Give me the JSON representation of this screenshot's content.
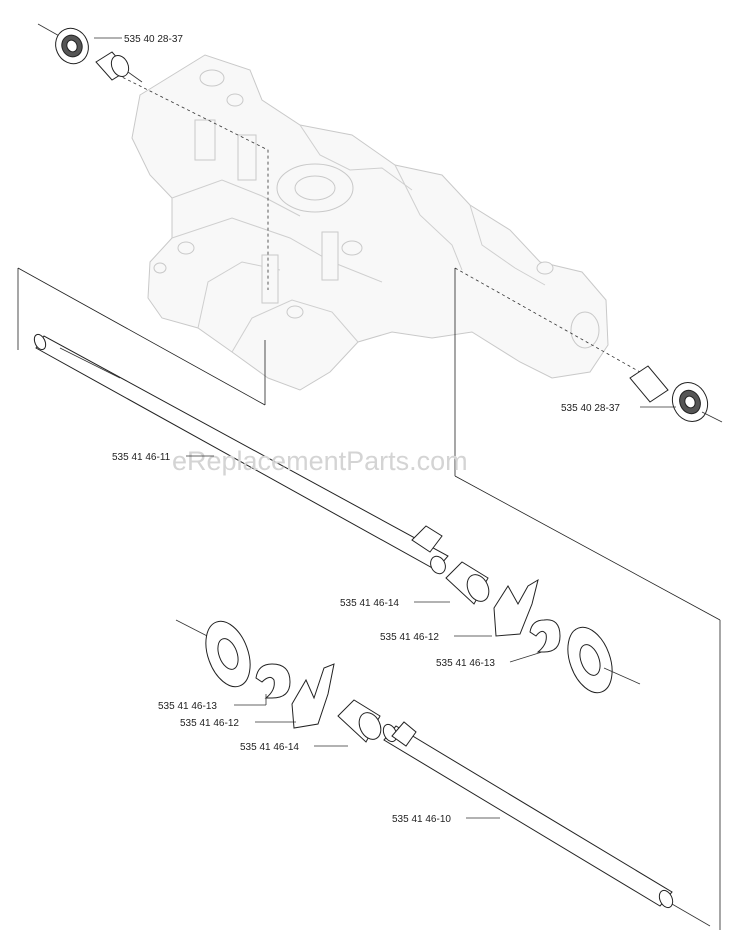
{
  "watermark": "eReplacementParts.com",
  "callouts": {
    "seal_top": "535 40 28-37",
    "seal_right": "535 40 28-37",
    "axle_upper": "535 41 46-11",
    "bushing_upper": "535 41 46-14",
    "fork_upper": "535 41 46-12",
    "washer_upper": "535 41 46-13",
    "washer_lower": "535 41 46-13",
    "fork_lower": "535 41 46-12",
    "bushing_lower": "535 41 46-14",
    "axle_lower": "535 41 46-10"
  }
}
